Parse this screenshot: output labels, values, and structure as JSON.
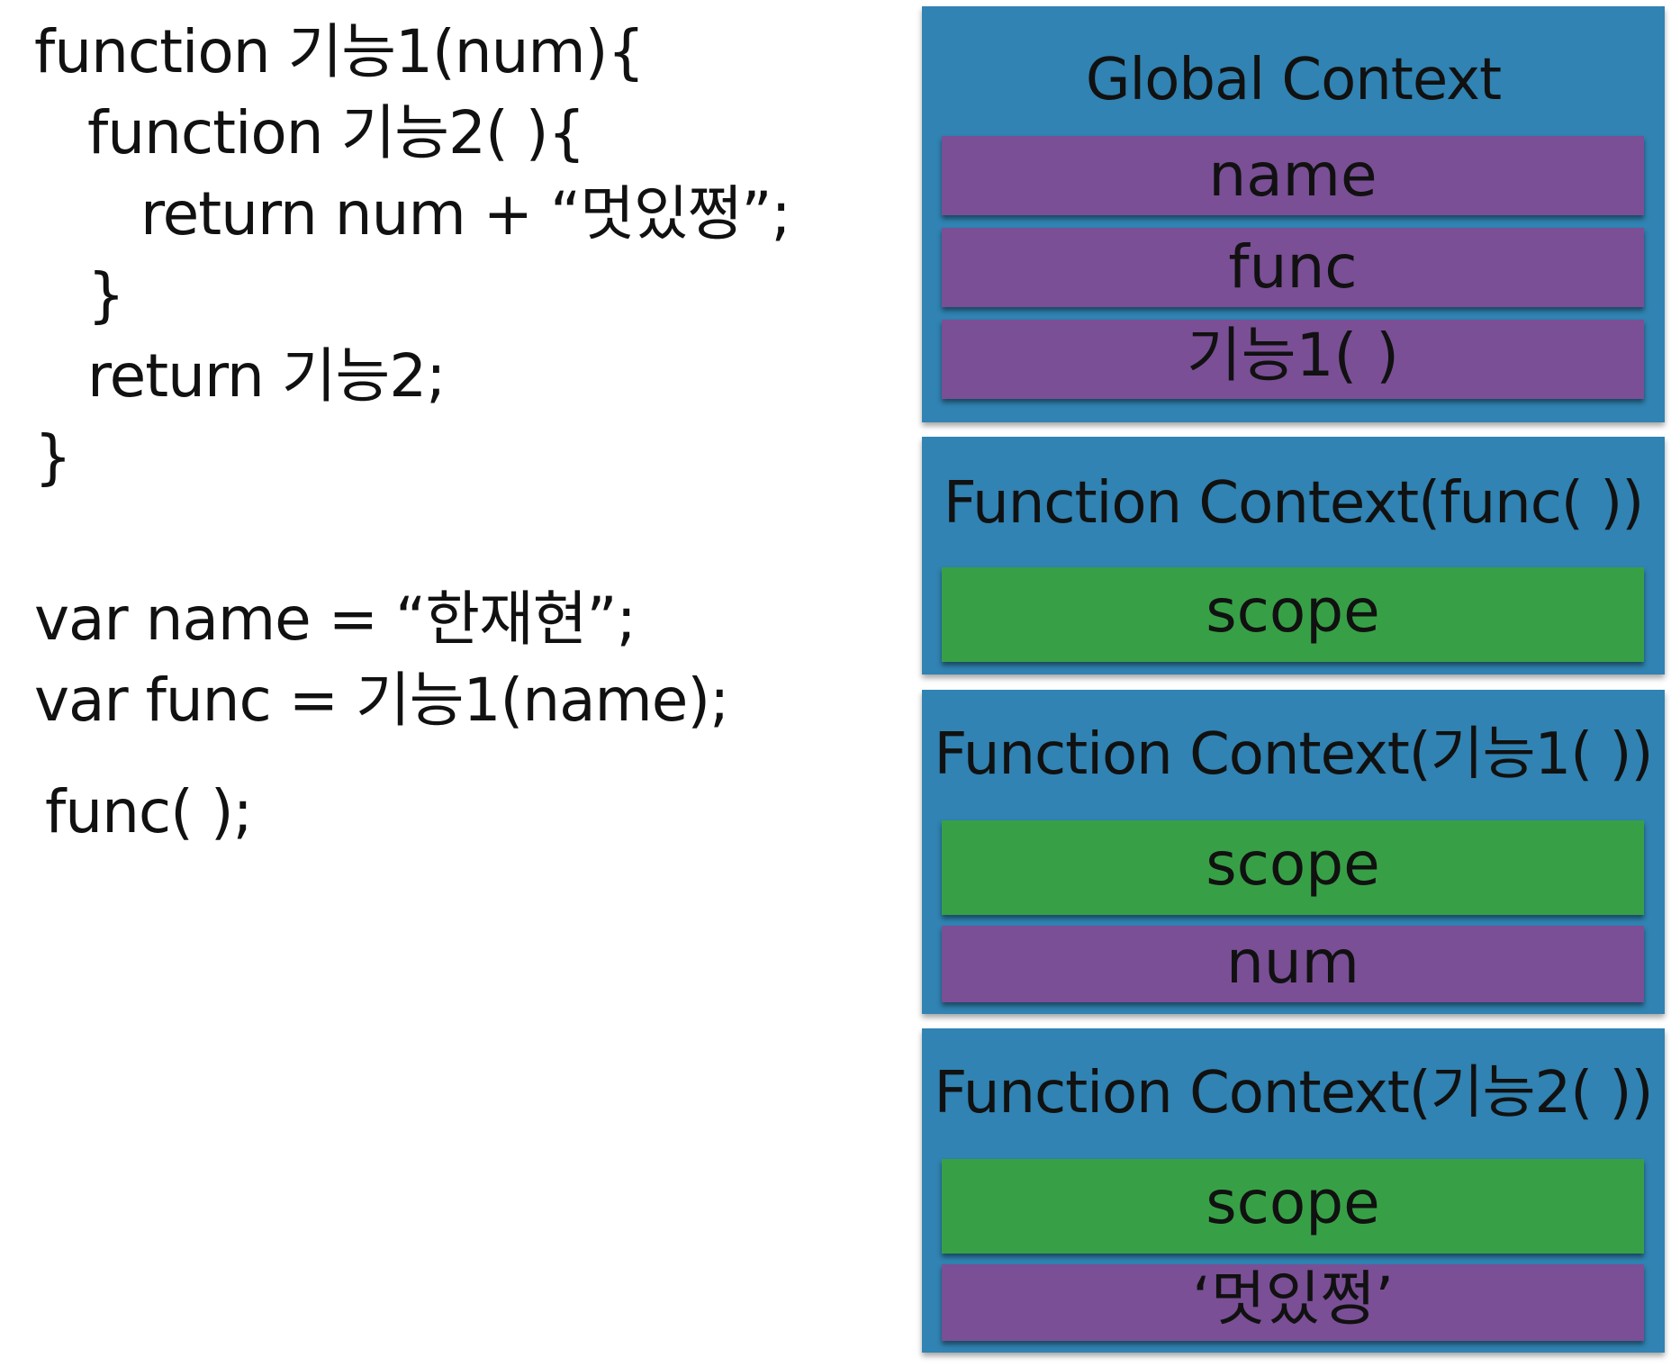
{
  "code": {
    "lines": [
      "function 기능1(num){",
      "function 기능2( ){",
      "return num + “멋있쩡”;",
      "}",
      "return 기능2;",
      "}",
      "var name = “한재현”;",
      "var func = 기능1(name);",
      "func( );"
    ]
  },
  "contexts": [
    {
      "title": "Global Context",
      "slots": [
        {
          "label": "name",
          "kind": "variable",
          "color": "#7a4f96"
        },
        {
          "label": "func",
          "kind": "variable",
          "color": "#7a4f96"
        },
        {
          "label": "기능1( )",
          "kind": "variable",
          "color": "#7a4f96"
        }
      ]
    },
    {
      "title": "Function Context(func( ))",
      "slots": [
        {
          "label": "scope",
          "kind": "scope",
          "color": "#37a046"
        }
      ]
    },
    {
      "title": "Function Context(기능1( ))",
      "slots": [
        {
          "label": "scope",
          "kind": "scope",
          "color": "#37a046"
        },
        {
          "label": "num",
          "kind": "variable",
          "color": "#7a4f96"
        }
      ]
    },
    {
      "title": "Function Context(기능2( ))",
      "slots": [
        {
          "label": "scope",
          "kind": "scope",
          "color": "#37a046"
        },
        {
          "label": "‘멋있쩡’",
          "kind": "variable",
          "color": "#7a4f96"
        }
      ]
    }
  ],
  "colors": {
    "context_box": "#3083b2",
    "variable_slot": "#7a4f96",
    "scope_slot": "#37a046"
  }
}
